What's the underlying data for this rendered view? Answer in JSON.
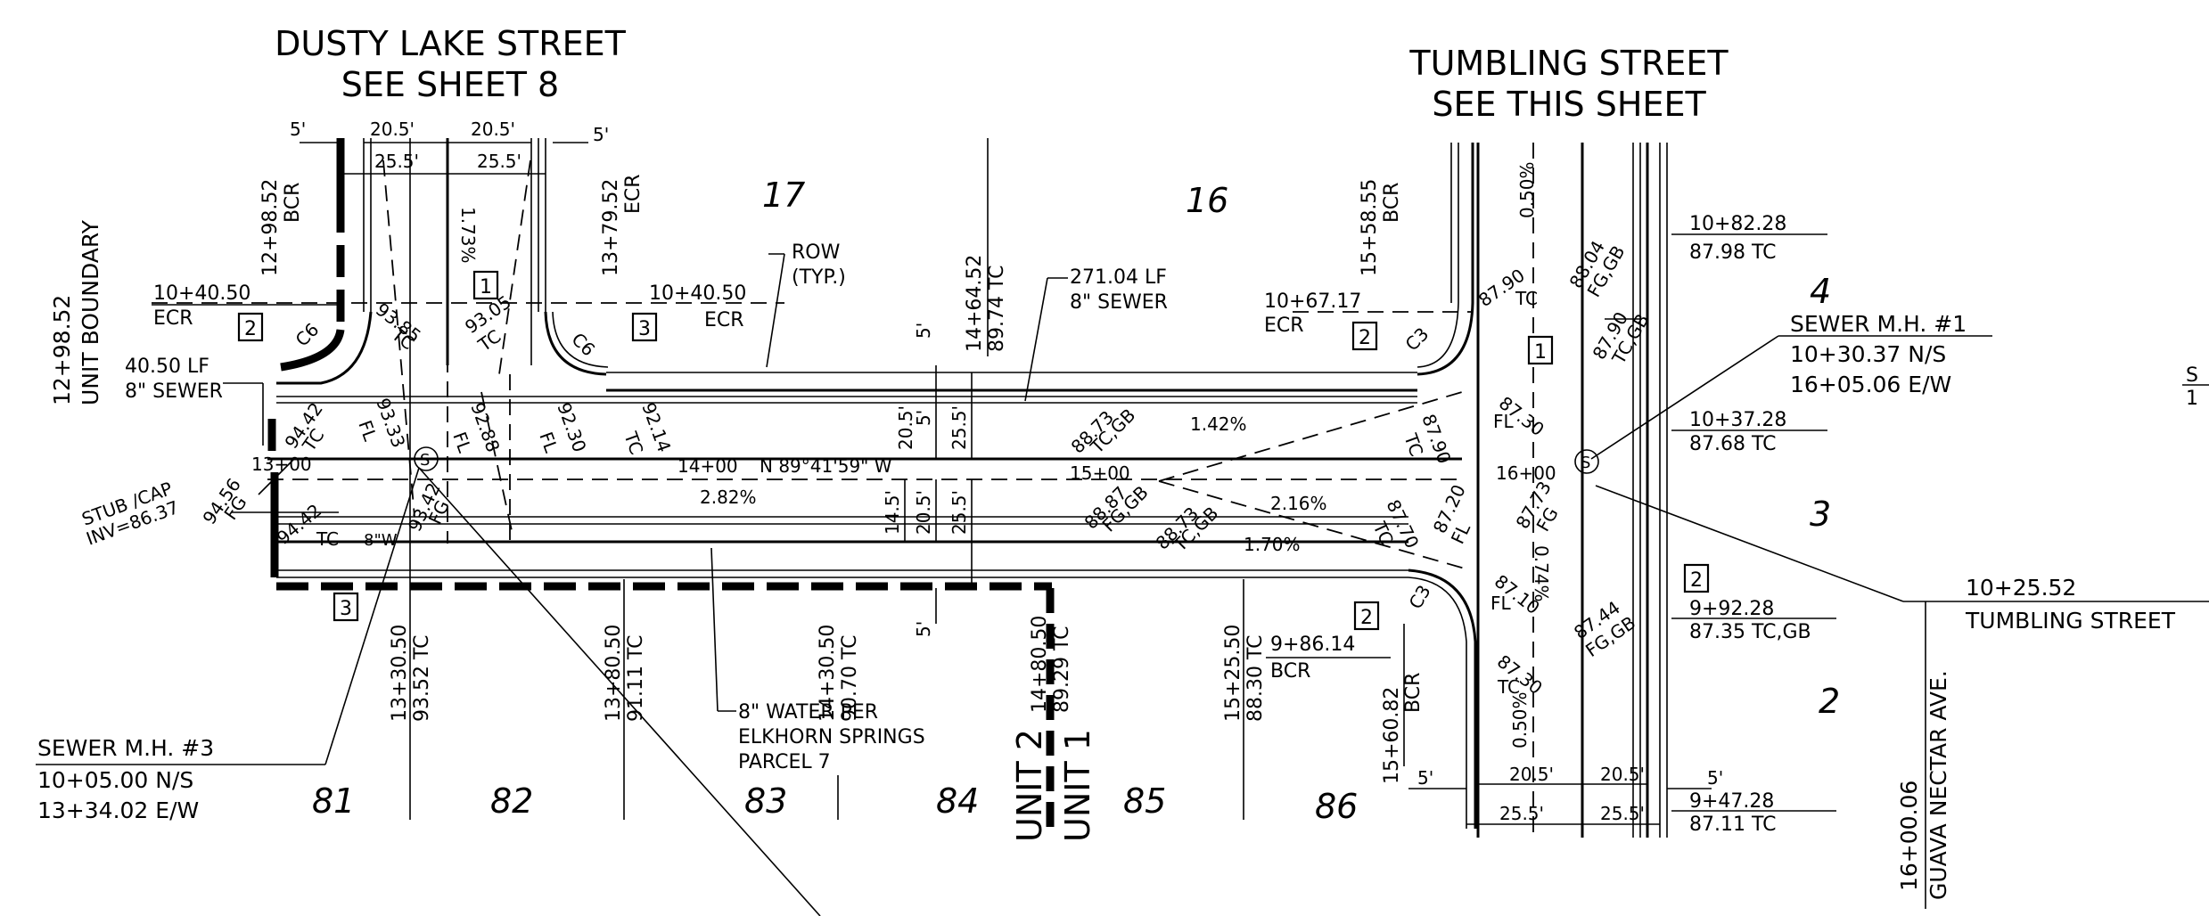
{
  "titles": {
    "dusty_1": "DUSTY LAKE STREET",
    "dusty_2": "SEE SHEET 8",
    "tumbling_1": "TUMBLING STREET",
    "tumbling_2": "SEE THIS SHEET"
  },
  "lots": {
    "l17": "17",
    "l16": "16",
    "l4": "4",
    "l3": "3",
    "l2": "2",
    "l81": "81",
    "l82": "82",
    "l83": "83",
    "l84": "84",
    "l85": "85",
    "l86": "86"
  },
  "dims": {
    "d5a": "5'",
    "d205a": "20.5'",
    "d205b": "20.5'",
    "d5b": "5'",
    "d255a": "25.5'",
    "d255b": "25.5'",
    "d5c": "5'",
    "d5d": "5'",
    "d205c": "20.5'",
    "d255c": "25.5'",
    "d145": "14.5'",
    "d205d": "20.5'",
    "d255d": "25.5'",
    "d5e": "5'",
    "d205e": "20.5'",
    "d205f": "20.5'",
    "d5f": "5'",
    "d255e": "25.5'",
    "d255f": "25.5'"
  },
  "stations": {
    "s1": "12+98.52",
    "s1b": "BCR",
    "s2": "13+79.52",
    "s2b": "ECR",
    "s3": "14+64.52",
    "s3b": "89.74 TC",
    "s4": "15+58.55",
    "s4b": "BCR",
    "s5": "13+30.50",
    "s5b": "93.52 TC",
    "s6": "13+80.50",
    "s6b": "91.11 TC",
    "s7": "14+30.50",
    "s7b": "90.70 TC",
    "s8": "14+80.50",
    "s8b": "89.29 TC",
    "s9": "15+25.50",
    "s9b": "88.30 TC",
    "s10": "15+60.82",
    "s10b": "BCR",
    "s11": "16+00.06",
    "s11b": "GUAVA NECTAR AVE.",
    "ub1": "12+98.52",
    "ub2": "UNIT BOUNDARY",
    "u2": "UNIT 2",
    "u1": "UNIT 1"
  },
  "labels": {
    "ecr_l1": "10+40.50",
    "ecr_l2": "ECR",
    "ecr_m1": "10+40.50",
    "ecr_m2": "ECR",
    "ecr_r1": "10+67.17",
    "ecr_r2": "ECR",
    "sew40a": "40.50 LF",
    "sew40b": "8\" SEWER",
    "sew271a": "271.04 LF",
    "sew271b": "8\" SEWER",
    "row1": "ROW",
    "row2": "(TYP.)",
    "stub1": "STUB /CAP",
    "stub2": "INV=86.37",
    "fg9456": "94.56",
    "fg9456b": "FG",
    "tc9442": "94.42",
    "tc9442b": "TC",
    "tc9442c": "94.42",
    "tc9442d": "TC",
    "water8w": "8\"W",
    "v9342": "93.42",
    "v9342b": "FG",
    "v9385": "93.85",
    "v9385b": "TC",
    "v9305": "93.05",
    "v9305b": "TC",
    "v9333": "93.33",
    "v9333b": "FL",
    "v9288": "92.88",
    "v9288b": "FL",
    "v9230": "92.30",
    "v9230b": "FL",
    "v9214": "92.14",
    "v9214b": "TC",
    "slope173": "1.73%",
    "sta1300": "13+00",
    "sta1400": "14+00",
    "bearing": "N 89°41'59\" W",
    "slope282": "2.82%",
    "sta1500": "15+00",
    "sta1600": "16+00",
    "slope142": "1.42%",
    "slope216": "2.16%",
    "slope170": "1.70%",
    "v8873": "88.73",
    "v8873b": "TC,GB",
    "v8887": "88.87",
    "v8887b": "FG,GB",
    "v8873c": "88.73",
    "v8873d": "TC,GB",
    "v8790": "87.90",
    "v8790b": "TC",
    "v8804": "88.04",
    "v8804b": "FG,GB",
    "v8790c": "87.90",
    "v8790d": "TC,GB",
    "v8730": "87.30",
    "v8730b": "FL",
    "v8790e": "87.90",
    "v8790f": "TC",
    "v8720": "87.20",
    "v8720b": "FL",
    "v8770": "87.70",
    "v8770b": "TC",
    "v8773": "87.73",
    "v8773b": "FG",
    "slope074": "0.74%",
    "slope050a": "0.50%",
    "slope050b": "0.50%",
    "v8710": "87.10",
    "v8710b": "FL",
    "v8744": "87.44",
    "v8744b": "FG,GB",
    "v8730c": "87.30",
    "v8730d": "TC",
    "r1a": "10+82.28",
    "r1b": "87.98 TC",
    "smh1a": "SEWER M.H. #1",
    "smh1b": "10+30.37 N/S",
    "smh1c": "16+05.06 E/W",
    "r2a": "10+37.28",
    "r2b": "87.68 TC",
    "r3a": "10+25.52",
    "r3b": "TUMBLING STREET",
    "r4a": "9+92.28",
    "r4b": "87.35 TC,GB",
    "r5a": "9+47.28",
    "r5b": "87.11 TC",
    "bcr1": "9+86.14",
    "bcr2": "BCR",
    "water1": "8\" WATER PER",
    "water2": "ELKHORN SPRINGS",
    "water3": "PARCEL 7",
    "smh3a": "SEWER M.H. #3",
    "smh3b": "10+05.00 N/S",
    "smh3c": "13+34.02 E/W",
    "edge1": "S",
    "edge2": "1",
    "c6a": "C6",
    "c6b": "C6",
    "c3a": "C3",
    "c3b": "C3",
    "mh_s1": "S",
    "mh_s2": "S"
  },
  "callouts": {
    "b2a": "2",
    "b1a": "1",
    "b3a": "3",
    "b2b": "2",
    "b1b": "1",
    "b3b": "3",
    "b2c": "2",
    "b2d": "2"
  }
}
